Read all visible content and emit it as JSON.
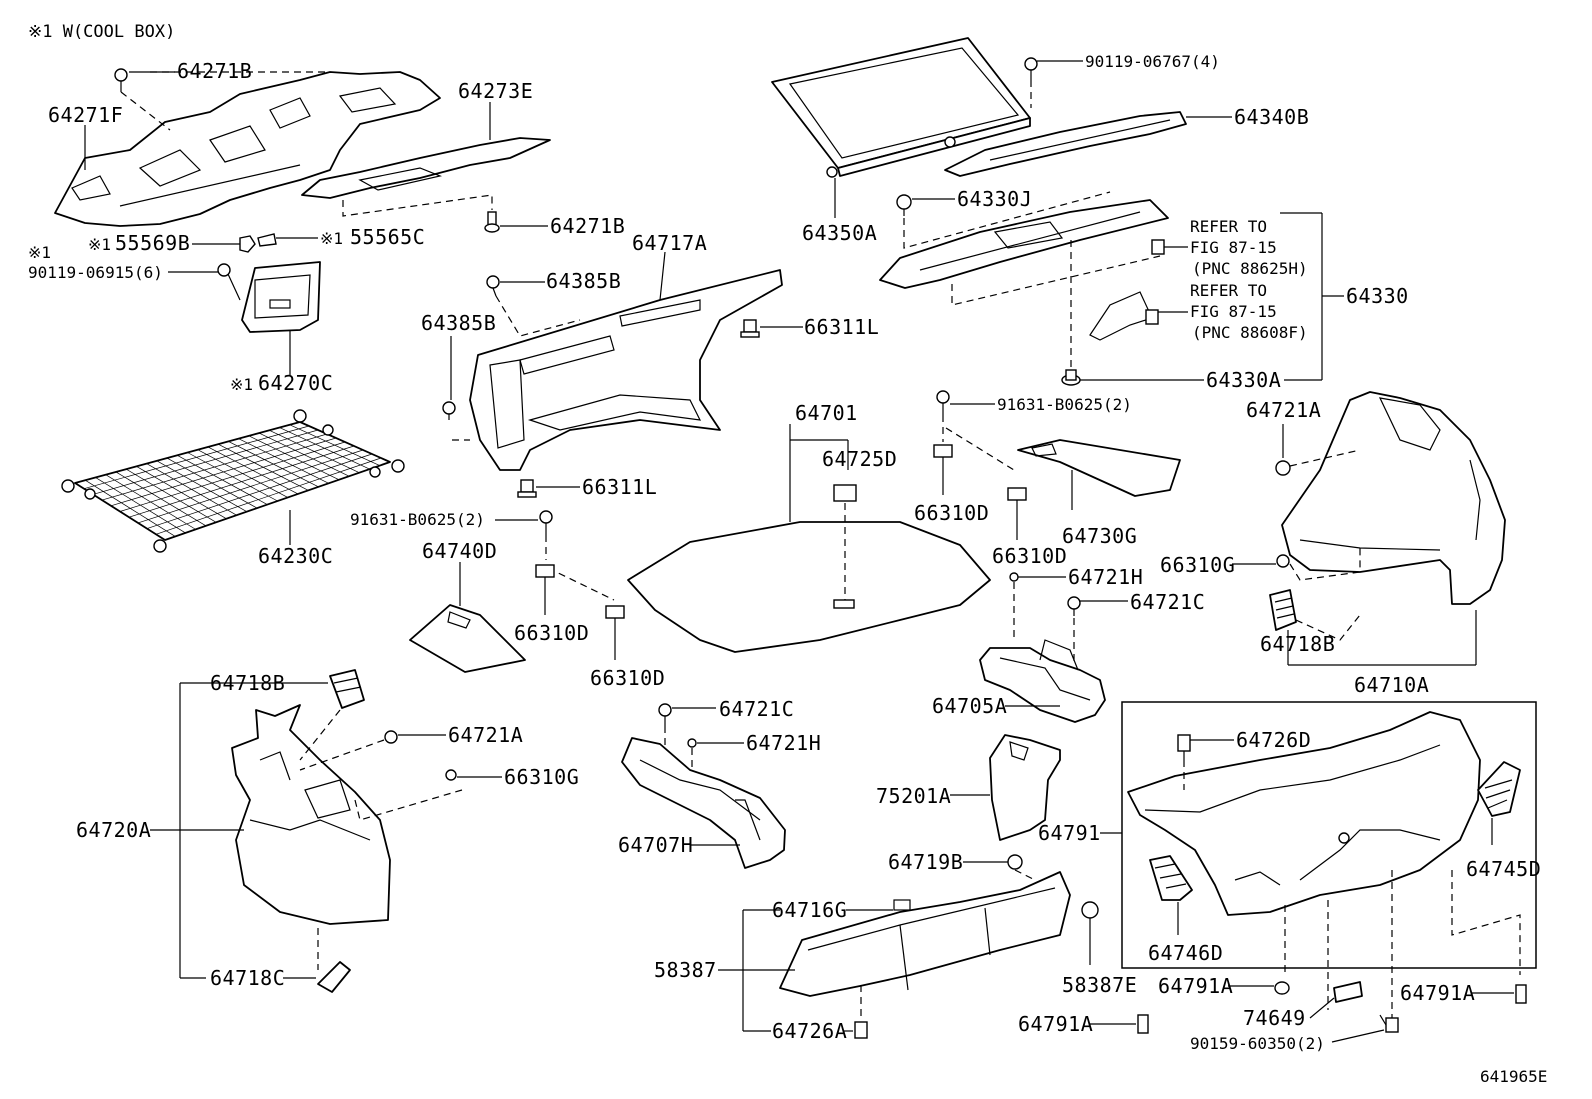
{
  "header_note": "※1 W(COOL BOX)",
  "figure_code": "641965E",
  "marker": "※1",
  "labels": {
    "l64271B_top": "64271B",
    "l64271F": "64271F",
    "l64273E": "64273E",
    "l64271B_mid": "64271B",
    "l55569B": "55569B",
    "l55565C": "55565C",
    "l90119_06915": "90119-06915(6)",
    "l64270C": "64270C",
    "l64385B_a": "64385B",
    "l64385B_b": "64385B",
    "l64717A": "64717A",
    "l66311L_a": "66311L",
    "l66311L_b": "66311L",
    "l64230C": "64230C",
    "l91631_left": "91631-B0625(2)",
    "l64740D": "64740D",
    "l66310D_a": "66310D",
    "l66310D_b": "66310D",
    "l64701": "64701",
    "l64725D": "64725D",
    "l90119_06767": "90119-06767(4)",
    "l64340B": "64340B",
    "l64350A": "64350A",
    "l64330J": "64330J",
    "l64330": "64330",
    "l64330A": "64330A",
    "l91631_right": "91631-B0625(2)",
    "l66310D_c": "66310D",
    "l66310D_d": "66310D",
    "l64730G": "64730G",
    "l64721H_a": "64721H",
    "l64721C_a": "64721C",
    "l64705A": "64705A",
    "l64721A_a": "64721A",
    "l66310G_a": "66310G",
    "l64718B_a": "64718B",
    "l64710A": "64710A",
    "l64718B_b": "64718B",
    "l64721A_b": "64721A",
    "l66310G_b": "66310G",
    "l64720A": "64720A",
    "l64718C": "64718C",
    "l64721C_b": "64721C",
    "l64721H_b": "64721H",
    "l64707H": "64707H",
    "l75201A": "75201A",
    "l64719B": "64719B",
    "l64716G": "64716G",
    "l58387": "58387",
    "l58387E": "58387E",
    "l64726A": "64726A",
    "l64791A_a": "64791A",
    "l64726D": "64726D",
    "l64791": "64791",
    "l64745D": "64745D",
    "l64746D": "64746D",
    "l64791A_b": "64791A",
    "l74649": "74649",
    "l64791A_c": "64791A",
    "l90159_60350": "90159-60350(2)"
  },
  "refs": {
    "ref1_line1": "REFER TO",
    "ref1_line2": "FIG 87-15",
    "ref1_line3": "(PNC 88625H)",
    "ref2_line1": "REFER TO",
    "ref2_line2": "FIG 87-15",
    "ref2_line3": "(PNC 88608F)"
  }
}
